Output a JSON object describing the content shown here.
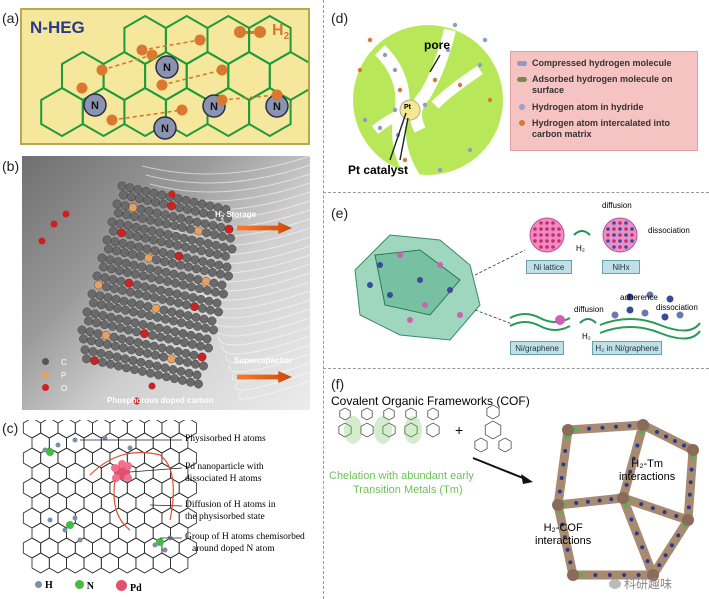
{
  "panel_labels": {
    "a": "(a)",
    "b": "(b)",
    "c": "(c)",
    "d": "(d)",
    "e": "(e)",
    "f": "(f)"
  },
  "panel_a": {
    "title": "N-HEG",
    "h2_label": "H",
    "h2_sub": "2",
    "atom_label": "N"
  },
  "panel_b": {
    "storage_label": "H",
    "storage_sub": "2",
    "storage_rest": " Storage",
    "supercap_label": "Supercapacitor",
    "caption": "Phosphorous doped carbon",
    "legend": [
      {
        "sym": "C",
        "color": "#555555"
      },
      {
        "sym": "P",
        "color": "#e8a060"
      },
      {
        "sym": "O",
        "color": "#cc2222"
      }
    ]
  },
  "panel_c": {
    "annotations": [
      "Physisorbed H atoms",
      "Pd nanoparticle with",
      "dissociated H atoms",
      "Diffusion of H atoms in",
      "the physisorbed state",
      "Group of H atoms chemisorbed",
      "around doped N atom"
    ],
    "legend": [
      {
        "sym": "H",
        "color": "#7a8fa8"
      },
      {
        "sym": "N",
        "color": "#44bb44"
      },
      {
        "sym": "Pd",
        "color": "#e05070"
      }
    ]
  },
  "panel_d": {
    "pore_label": "pore",
    "pt_label": "Pt",
    "catalyst_label": "Pt catalyst",
    "legend": [
      {
        "text": "Compressed hydrogen molecule",
        "color": "#8a9fc0"
      },
      {
        "text": "Adsorbed hydrogen molecule on surface",
        "color": "#7a8a4a"
      },
      {
        "text": "Hydrogen atom in hydride",
        "color": "#9aa0c8"
      },
      {
        "text": "Hydrogen atom intercalated into carbon matrix",
        "color": "#d97830"
      }
    ]
  },
  "panel_e": {
    "ni_lattice": "Ni lattice",
    "nihx": "NiHx",
    "diffusion": "diffusion",
    "dissociation": "dissociation",
    "h2": "H₂",
    "ni_graphene": "Ni/graphene",
    "adherence": "adherence",
    "diffusion2": "diffusion",
    "dissociation2": "dissociation",
    "h2_in": "H₂ in Ni/graphene"
  },
  "panel_f": {
    "title": "Covalent Organic Frameworks (COF)",
    "chelation_1": "Chelation with abundant early",
    "chelation_2": "Transition Metals (Tm)",
    "tm_label": "H₂-Tm",
    "tm_label2": "interactions",
    "cof_label": "H₂-COF",
    "cof_label2": "interactions",
    "watermark": "科研趣味",
    "plus": "+"
  },
  "colors": {
    "hex_green": "#1f9a3a",
    "n_atom": "#8a94b0",
    "h_orange": "#d97830",
    "sphere_green": "#b8e85a",
    "dash": "#888888"
  }
}
